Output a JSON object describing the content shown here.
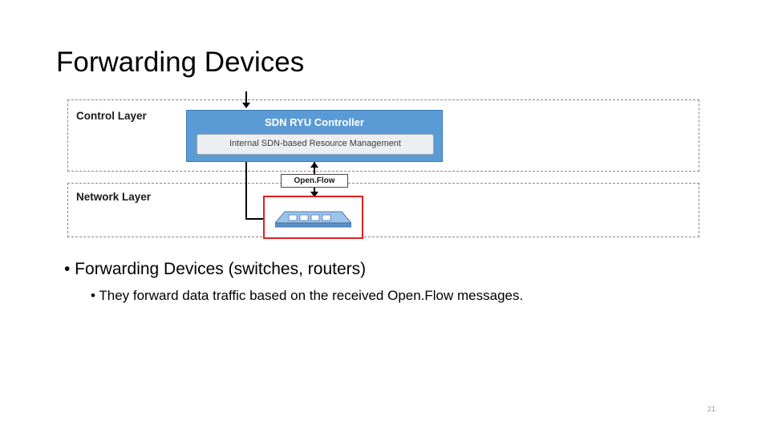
{
  "slide": {
    "title": "Forwarding Devices",
    "page_number": "21"
  },
  "diagram": {
    "control_layer_label": "Control Layer",
    "network_layer_label": "Network Layer",
    "controller_title": "SDN RYU Controller",
    "controller_inner_label": "Internal SDN-based Resource Management",
    "protocol_label": "Open.Flow",
    "switch_label": "forwarding-switch",
    "colors": {
      "controller_fill": "#5b9bd5",
      "controller_text": "#ffffff",
      "inner_fill": "#eceff2",
      "highlight_border": "#e02020",
      "layer_border": "#8a8a8a"
    }
  },
  "bullets": {
    "level1": "• Forwarding Devices (switches, routers)",
    "level2": "• They forward data traffic based on the received Open.Flow messages."
  }
}
